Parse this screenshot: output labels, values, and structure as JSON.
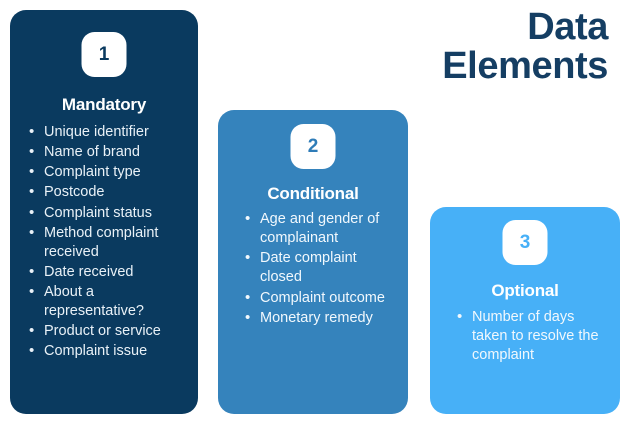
{
  "title": {
    "line1": "Data",
    "line2": "Elements",
    "color": "#153E63"
  },
  "cards": [
    {
      "number": "1",
      "heading": "Mandatory",
      "bg_color": "#0A3A5F",
      "badge_text_color": "#0A3A5F",
      "items": [
        "Unique identifier",
        "Name of brand",
        "Complaint type",
        "Postcode",
        "Complaint status",
        "Method complaint received",
        "Date received",
        "About a representative?",
        "Product or service",
        "Complaint issue"
      ]
    },
    {
      "number": "2",
      "heading": "Conditional",
      "bg_color": "#3583BC",
      "badge_text_color": "#2E7CB8",
      "items": [
        "Age and gender of complainant",
        "Date complaint closed",
        "Complaint outcome",
        "Monetary remedy"
      ]
    },
    {
      "number": "3",
      "heading": "Optional",
      "bg_color": "#47B0F7",
      "badge_text_color": "#47B0F7",
      "items": [
        "Number of days taken to resolve the complaint"
      ]
    }
  ]
}
